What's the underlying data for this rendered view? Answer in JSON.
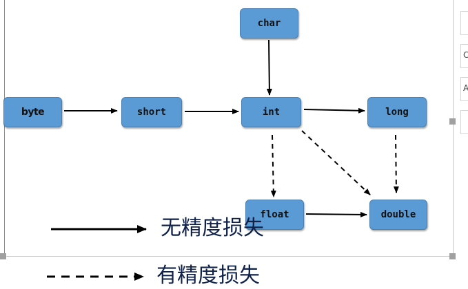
{
  "diagram": {
    "nodes": {
      "byte": "byte",
      "short": "short",
      "char": "char",
      "int": "int",
      "long": "long",
      "float": "float",
      "double": "double"
    },
    "edges": [
      {
        "from": "byte",
        "to": "short",
        "style": "solid"
      },
      {
        "from": "short",
        "to": "int",
        "style": "solid"
      },
      {
        "from": "char",
        "to": "int",
        "style": "solid"
      },
      {
        "from": "int",
        "to": "long",
        "style": "solid"
      },
      {
        "from": "int",
        "to": "float",
        "style": "dashed"
      },
      {
        "from": "int",
        "to": "double",
        "style": "dashed"
      },
      {
        "from": "long",
        "to": "double",
        "style": "dashed"
      },
      {
        "from": "float",
        "to": "double",
        "style": "solid"
      }
    ]
  },
  "legend": {
    "solid_label": "无精度损失",
    "dashed_label": "有精度损失"
  },
  "colors": {
    "node_fill": "#5b9bd5",
    "node_border": "#4a7fb0",
    "arrow": "#000000",
    "legend_text": "#10224a"
  },
  "side_strip_glyphs": [
    "",
    "C",
    "A",
    ""
  ]
}
